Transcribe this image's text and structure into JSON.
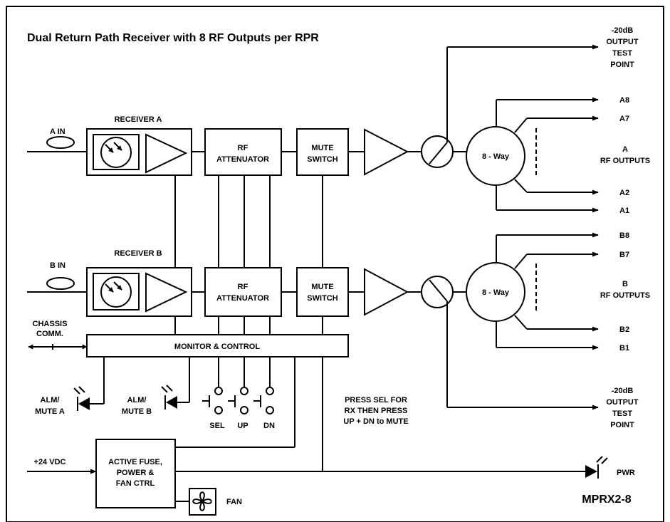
{
  "title": "Dual Return Path Receiver with 8  RF Outputs per RPR",
  "model": "MPRX2-8",
  "inputs": {
    "a": "A IN",
    "b": "B IN",
    "chassis_line1": "CHASSIS",
    "chassis_line2": "COMM.",
    "power": "+24 VDC"
  },
  "receivers": {
    "a": "RECEIVER A",
    "b": "RECEIVER B"
  },
  "attenuator": {
    "line1": "RF",
    "line2": "ATTENUATOR"
  },
  "mute_switch": {
    "line1": "MUTE",
    "line2": "SWITCH"
  },
  "splitter_label": "8 - Way",
  "monitor_control": "MONITOR & CONTROL",
  "test_point": {
    "line1": "-20dB",
    "line2": "OUTPUT",
    "line3": "TEST",
    "line4": "POINT"
  },
  "outputs_a": {
    "a8": "A8",
    "a7": "A7",
    "a2": "A2",
    "a1": "A1",
    "group_line1": "A",
    "group_line2": "RF OUTPUTS"
  },
  "outputs_b": {
    "b8": "B8",
    "b7": "B7",
    "b2": "B2",
    "b1": "B1",
    "group_line1": "B",
    "group_line2": "RF OUTPUTS"
  },
  "alarms": {
    "a_line1": "ALM/",
    "a_line2": "MUTE A",
    "b_line1": "ALM/",
    "b_line2": "MUTE B"
  },
  "buttons": {
    "sel": "SEL",
    "up": "UP",
    "dn": "DN"
  },
  "instructions": {
    "line1": "PRESS SEL FOR",
    "line2": "RX THEN PRESS",
    "line3": "UP + DN to MUTE"
  },
  "fuse_box": {
    "line1": "ACTIVE FUSE,",
    "line2": "POWER &",
    "line3": "FAN CTRL"
  },
  "fan": "FAN",
  "pwr": "PWR"
}
